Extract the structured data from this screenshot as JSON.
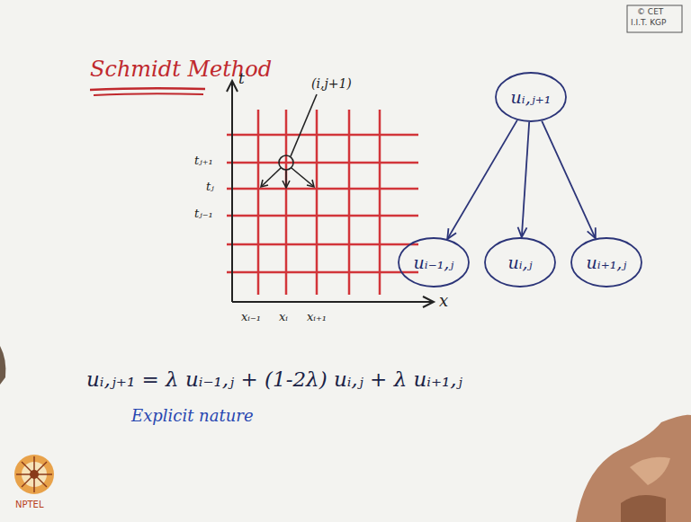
{
  "diagram": {
    "title": "Schmidt Method",
    "nodes": [
      {
        "text": [
          "uᵢ,ⱼ₊₁"
        ]
      },
      {
        "text": [
          "uᵢ₋₁,ⱼ"
        ]
      },
      {
        "text": [
          "uᵢ,ⱼ"
        ]
      },
      {
        "text": [
          "uᵢ₊₁,ⱼ"
        ]
      }
    ],
    "edges": [
      {
        "from": 0,
        "to": 1,
        "arrow": "to"
      },
      {
        "from": 0,
        "to": 2,
        "arrow": "to"
      },
      {
        "from": 0,
        "to": 3,
        "arrow": "to"
      }
    ],
    "labels": [
      "t",
      "x",
      "tⱼ₊₁",
      "tⱼ",
      "tⱼ₋₁",
      "xᵢ₋₁",
      "xᵢ",
      "xᵢ₊₁",
      "(i,j+1)",
      "uᵢ,ⱼ₊₁ = λ uᵢ₋₁,ⱼ + (1-2λ) uᵢ,ⱼ + λ uᵢ₊₁,ⱼ",
      "Explicit nature",
      "© CET",
      "I.I.T. KGP",
      "NPTEL"
    ]
  }
}
